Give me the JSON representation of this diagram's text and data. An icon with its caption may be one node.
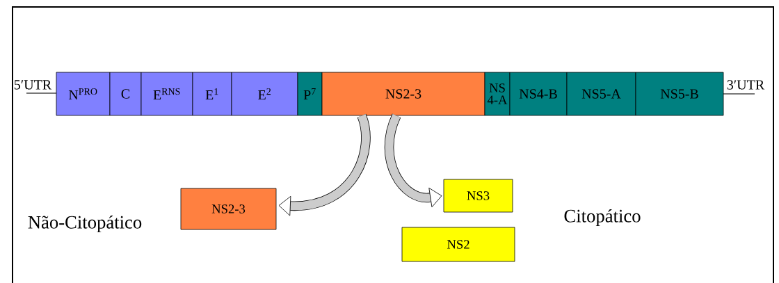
{
  "diagram": {
    "nodes": [
      {
        "text": [
          "N$^{PRO}$"
        ]
      },
      {
        "text": [
          "C"
        ]
      },
      {
        "text": [
          "E$^{RNS}$"
        ]
      },
      {
        "text": [
          "E$^{1}$"
        ]
      },
      {
        "text": [
          "E$^{2}$"
        ]
      },
      {
        "text": [
          "P$^{7}$"
        ]
      },
      {
        "text": [
          "NS2-3"
        ]
      },
      {
        "text": [
          "NS 4-A"
        ]
      },
      {
        "text": [
          "NS4-B"
        ]
      },
      {
        "text": [
          "NS5-A"
        ]
      },
      {
        "text": [
          "NS5-B"
        ]
      },
      {
        "text": [
          "NS2-3"
        ]
      },
      {
        "text": [
          "NS3"
        ]
      },
      {
        "text": [
          "NS2"
        ]
      }
    ],
    "edges": [
      {
        "from": 6,
        "to": 11,
        "arrow": "to"
      },
      {
        "from": 6,
        "to": 12,
        "arrow": "to"
      }
    ],
    "labels": [
      "5′UTR",
      "3′UTR",
      "Não-Citopático",
      "Citopático"
    ]
  }
}
